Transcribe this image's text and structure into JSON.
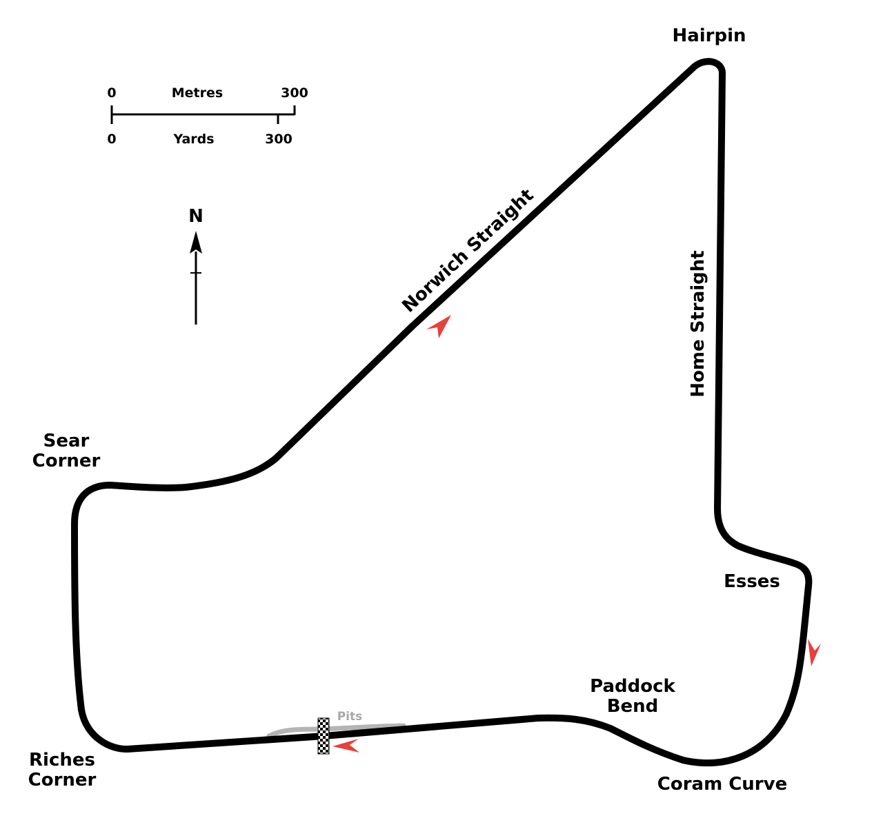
{
  "map": {
    "labels": {
      "hairpin": "Hairpin",
      "norwich_straight": "Norwich Straight",
      "home_straight": "Home Straight",
      "sear_corner_line1": "Sear",
      "sear_corner_line2": "Corner",
      "esses": "Esses",
      "paddock_bend_line1": "Paddock",
      "paddock_bend_line2": "Bend",
      "riches_corner_line1": "Riches",
      "riches_corner_line2": "Corner",
      "coram_curve": "Coram Curve",
      "pits": "Pits"
    },
    "scale_bar": {
      "metres_label": "Metres",
      "yards_label": "Yards",
      "metres_start": "0",
      "metres_end": "300",
      "yards_start": "0",
      "yards_end": "300"
    },
    "north_label": "N",
    "colors": {
      "track": "#000000",
      "direction_arrow": "#e8403a",
      "pit_lane": "#b4b4b4",
      "start_finish": "checkered"
    },
    "direction_of_travel": "clockwise"
  }
}
